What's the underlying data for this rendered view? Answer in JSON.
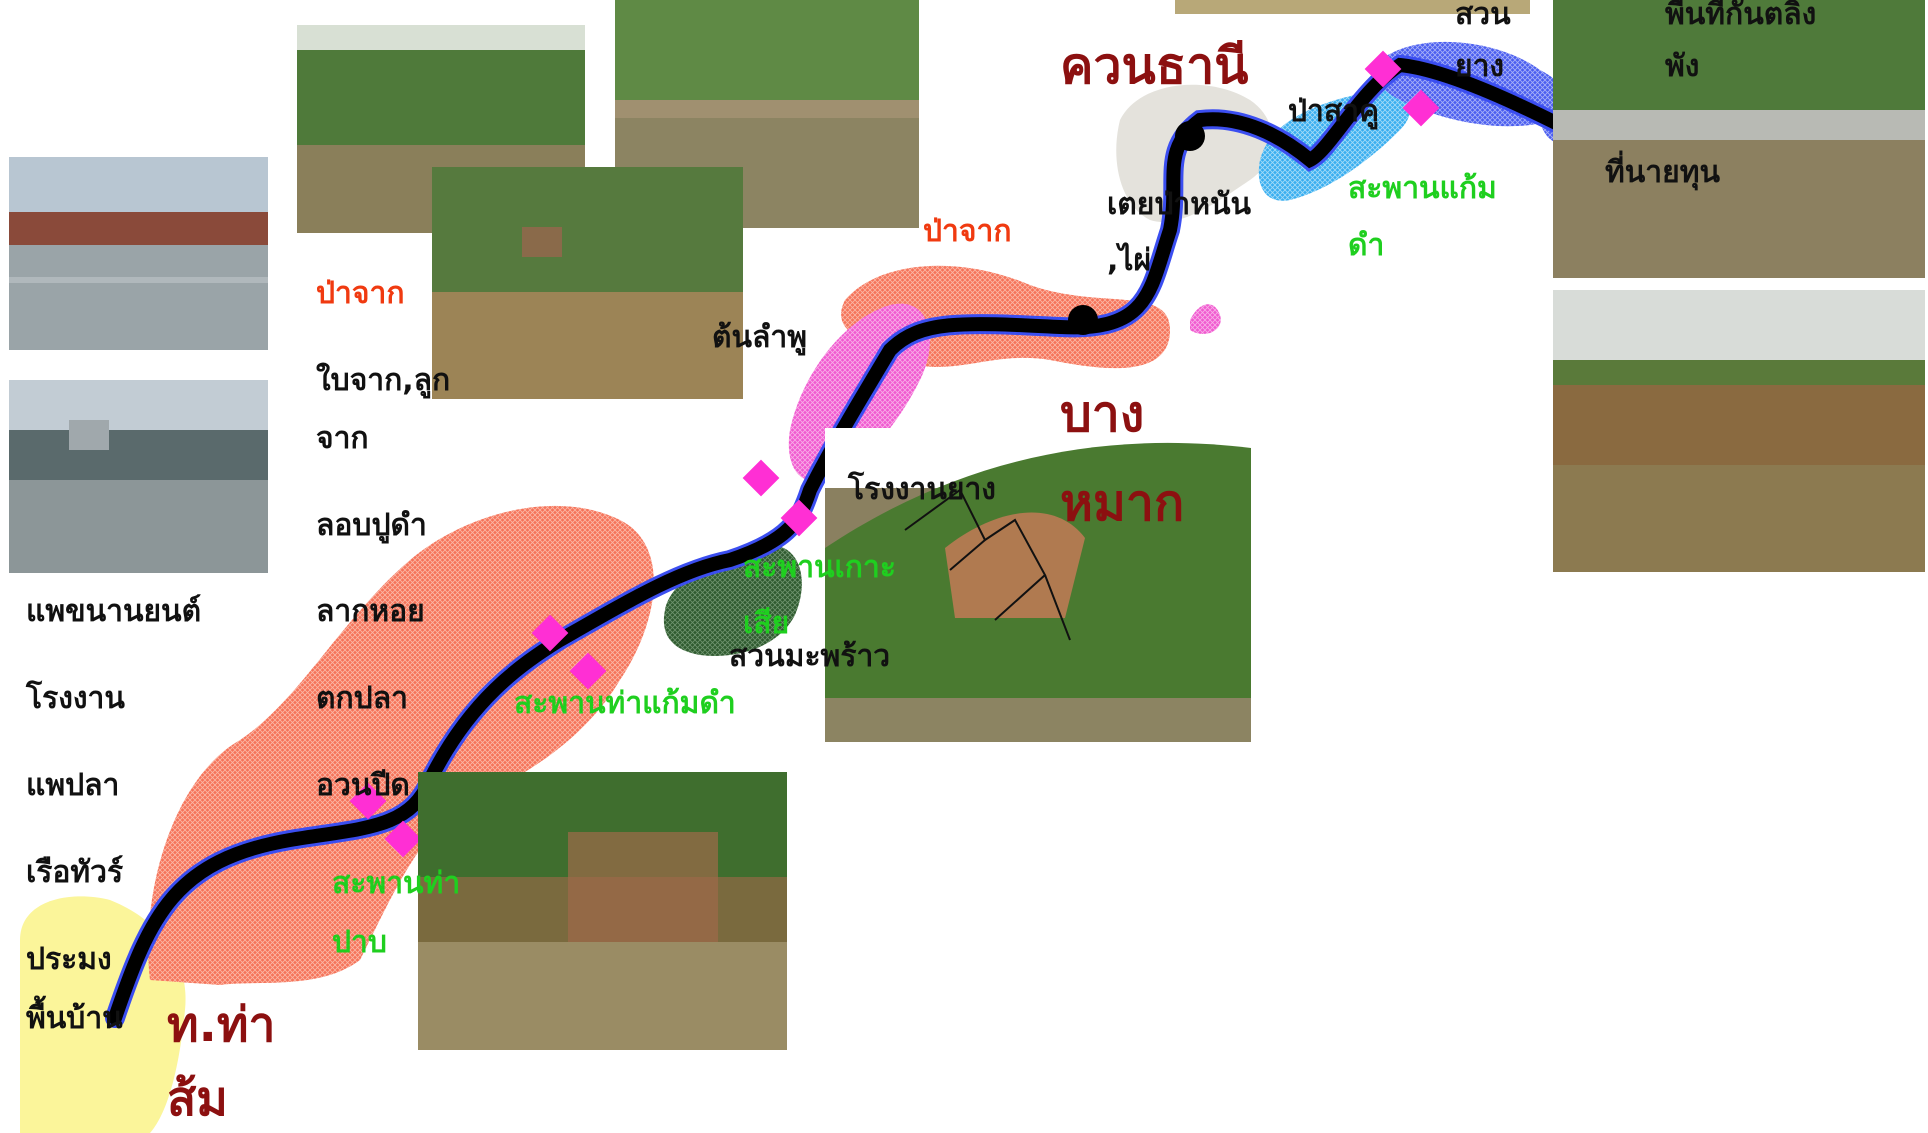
{
  "colors": {
    "route": "#000000",
    "zone_orange": "#f5735a",
    "zone_pink": "#f05ad0",
    "zone_blue": "#4b5ef0",
    "zone_cyan": "#3aaef0",
    "zone_darkgreen": "#2f5a2f",
    "zone_yellow": "#fbf59a",
    "zone_gray": "#e4e2dc",
    "pier_marker": "#ff2fd4",
    "factory_marker": "#ff3010",
    "label_black": "#111111",
    "label_green": "#1fcf1f",
    "label_orange": "#f03a10",
    "label_dark": "#8c1010"
  },
  "places": {
    "tha_sam_1": "ท.ท่า",
    "tha_sam_2": "ส้ม",
    "bang_mak_1": "บาง",
    "bang_mak_2": "หมาก",
    "khuan_thani": "ควนธานี"
  },
  "piers": {
    "pier_pab_1": "สะพานท่า",
    "pier_pab_2": "ปาบ",
    "pier_tha_kaem_dam": "สะพานท่าแก้มดำ",
    "pier_ko_sia_1": "สะพานเกาะ",
    "pier_ko_sia_2": "เสีย",
    "pier_kaem_dam_1": "สะพานแก้ม",
    "pier_kaem_dam_2": "ดำ"
  },
  "resources": {
    "pa_jak_left": "ป่าจาก",
    "pa_jak_right": "ป่าจาก",
    "ton_lamphu": "ต้นลำพู",
    "suan_maphrao": "สวนมะพร้าว",
    "tei_pa_nan_1": "เตยป่าหนัน",
    "tei_pa_nan_2": ",ไผ่",
    "pa_sakhu": "ป่าสาคู",
    "suan_yang_1": "สวน",
    "suan_yang_2": "ยาง",
    "phuenting_1": "พื้นที่กันตลิ่ง",
    "phuenting_2": "พัง",
    "thi_nai_thun": "ที่นายทุน",
    "rong_ngan_yang": "โรงงานยาง"
  },
  "activities_left": [
    "แพขนานยนต์",
    "โรงงาน",
    "แพปลา",
    "เรือทัวร์",
    "ประมง",
    "พื้นบ้าน"
  ],
  "activities_mid": [
    "ใบจาก,ลูก",
    "จาก",
    "ลอบปูดำ",
    "ลากหอย",
    "ตกปลา",
    "อวนปีด"
  ]
}
